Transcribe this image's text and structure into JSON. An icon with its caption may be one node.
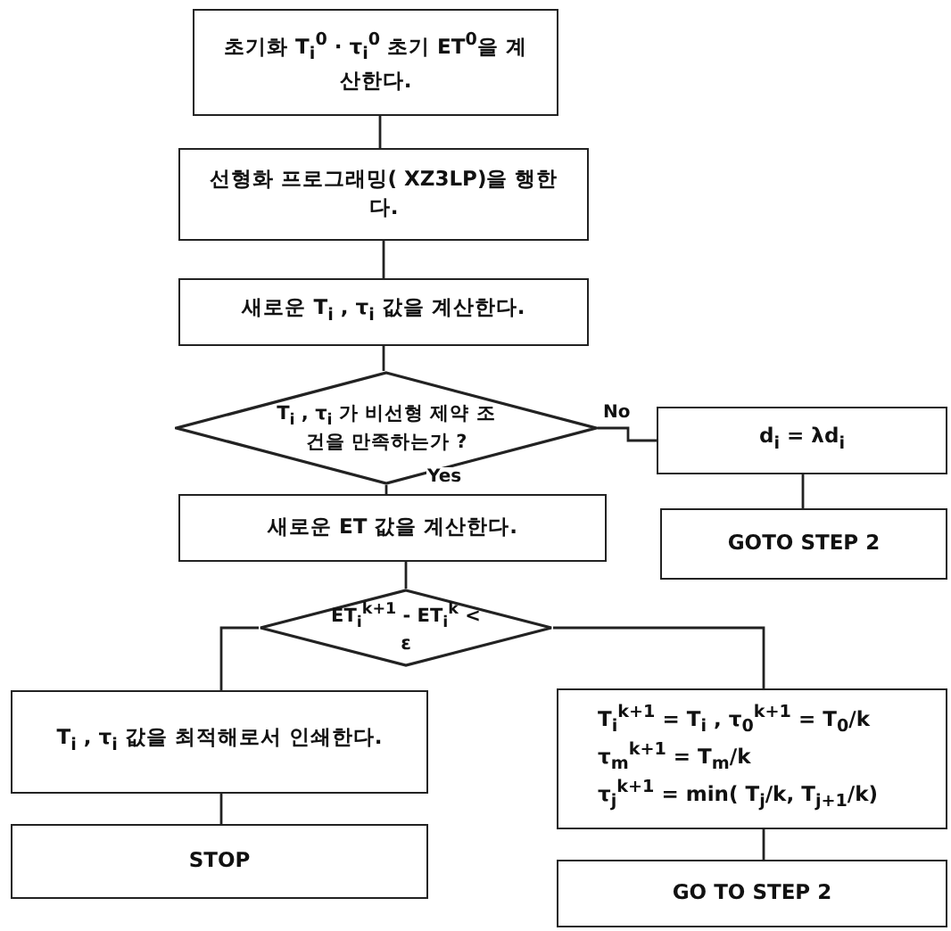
{
  "diagram": {
    "nodes": [
      {
        "text": [
          "초기화 T$_{i}$$^{0}$ · τ$_{i}$$^{0}$ 초기 ET$^{0}$을 계산한다."
        ]
      },
      {
        "text": [
          "선형화 프로그래밍( XZ3LP)을 행한다."
        ]
      },
      {
        "text": [
          "새로운 T$_{i}$ , τ$_{i}$ 값을 계산한다."
        ]
      },
      {
        "text": [
          "T$_{i}$ , τ$_{i}$ 가 비선형 제약 조건을 만족하는가 ?"
        ]
      },
      {
        "text": [
          "새로운 ET 값을 계산한다."
        ]
      },
      {
        "text": [
          "d$_{i}$ = λd$_{i}$"
        ]
      },
      {
        "text": [
          "GOTO STEP 2"
        ]
      },
      {
        "text": [
          "ET$_{i}$$^{k+1}$ - ET$_{i}$$^{k}$ < ε"
        ]
      },
      {
        "text": [
          "T$_{i}$ , τ$_{i}$ 값을 최적해로서 인쇄한다."
        ]
      },
      {
        "text": [
          "STOP"
        ]
      },
      {
        "text": [
          "T$_{i}$$^{k+1}$ = T$_{i}$ , τ$_{0}$$^{k+1}$ = T$_{0}$/k",
          "τ$_{m}$$^{k+1}$ = T$_{m}$/k",
          "τ$_{j}$$^{k+1}$ = min( T$_{j}$/k, T$_{j+1}$/k)"
        ]
      },
      {
        "text": [
          "GO TO STEP 2"
        ]
      }
    ],
    "edges": [
      {
        "from": 0,
        "to": 1,
        "arrow": "none"
      },
      {
        "from": 1,
        "to": 2,
        "arrow": "none"
      },
      {
        "from": 2,
        "to": 3,
        "arrow": "none"
      },
      {
        "from": 3,
        "to": 5,
        "arrow": "none",
        "label": "No"
      },
      {
        "from": 3,
        "to": 4,
        "arrow": "none",
        "label": "Yes"
      },
      {
        "from": 5,
        "to": 6,
        "arrow": "none"
      },
      {
        "from": 4,
        "to": 7,
        "arrow": "none"
      },
      {
        "from": 7,
        "to": 8,
        "arrow": "none"
      },
      {
        "from": 7,
        "to": 10,
        "arrow": "none"
      },
      {
        "from": 8,
        "to": 9,
        "arrow": "none"
      },
      {
        "from": 10,
        "to": 11,
        "arrow": "none"
      }
    ]
  }
}
